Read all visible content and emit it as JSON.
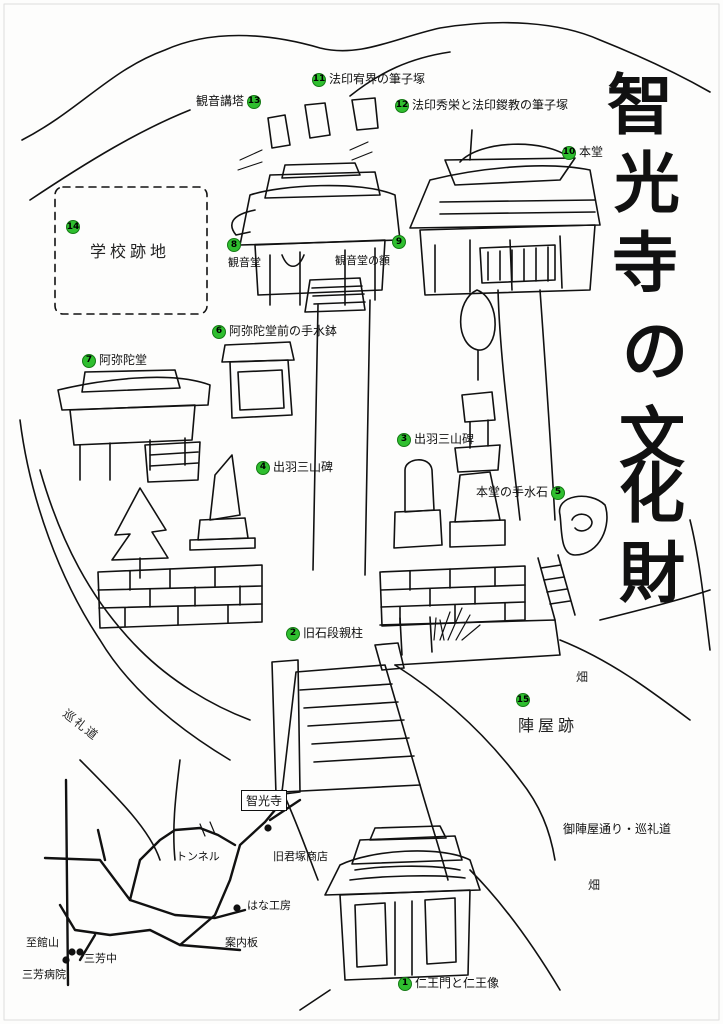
{
  "title_chars": [
    "智",
    "光",
    "寺",
    "の",
    "文",
    "化",
    "財"
  ],
  "sites": {
    "s1": {
      "num": "1",
      "label": "仁王門と仁王像"
    },
    "s2": {
      "num": "2",
      "label": "旧石段親柱"
    },
    "s3": {
      "num": "3",
      "label": "出羽三山碑"
    },
    "s4": {
      "num": "4",
      "label": "出羽三山碑"
    },
    "s5": {
      "num": "5",
      "label": "本堂の手水石"
    },
    "s6": {
      "num": "6",
      "label": "阿弥陀堂前の手水鉢"
    },
    "s7": {
      "num": "7",
      "label": "阿弥陀堂"
    },
    "s8": {
      "num": "8",
      "label": "観音堂"
    },
    "s9": {
      "num": "9",
      "label": "観音堂の額"
    },
    "s10": {
      "num": "10",
      "label": "本堂"
    },
    "s11": {
      "num": "11",
      "label": "法印宥界の筆子塚"
    },
    "s12": {
      "num": "12",
      "label": "法印秀栄と法印鍐教の筆子塚"
    },
    "s13": {
      "num": "13",
      "label": "観音講塔"
    },
    "s14": {
      "num": "14",
      "label": ""
    },
    "s15": {
      "num": "15",
      "label": ""
    }
  },
  "handwritten": {
    "school_site": "学校跡地",
    "jinya_site": "陣屋跡",
    "junrei_road": "巡礼道",
    "field_1": "畑",
    "field_2": "畑"
  },
  "road_label": "御陣屋通り・巡礼道",
  "inset": {
    "temple": "智光寺",
    "tunnel": "トンネル",
    "old_shop": "旧君塚商店",
    "hana": "はな工房",
    "sign": "案内板",
    "tateyama": "至館山",
    "sanyo_hospital": "三芳病院",
    "sanyo_jhs": "三芳中"
  },
  "colors": {
    "marker": "#2fbf2f",
    "ink": "#111111"
  }
}
